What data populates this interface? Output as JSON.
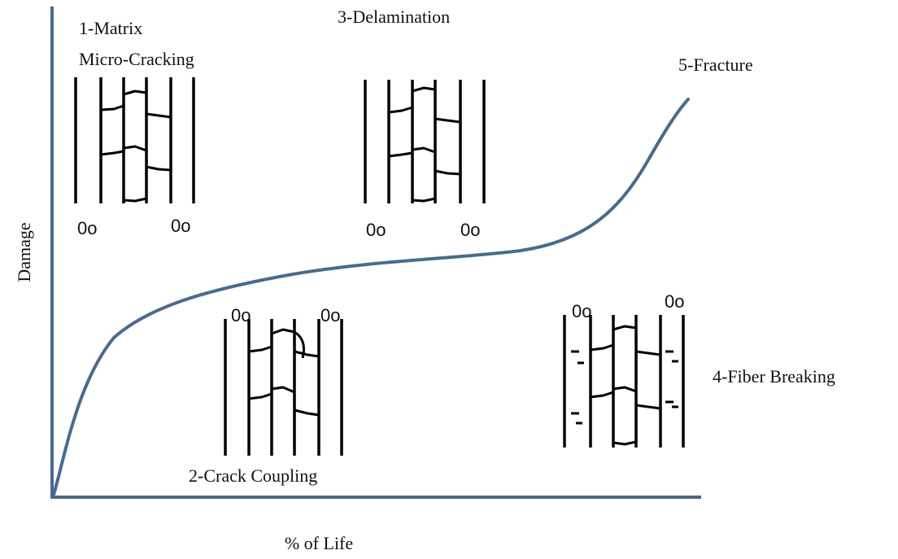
{
  "figure": {
    "y_axis_label": "Damage",
    "x_axis_label": "% of Life",
    "colors": {
      "axis": "#4a6a8f",
      "curve": "#4a6a8f",
      "ink": "#000000"
    }
  },
  "stages": [
    {
      "label_line1": "1-Matrix",
      "label_line2": "Micro-Cracking",
      "ply_left": "0o",
      "ply_right": "0o"
    },
    {
      "label": "2-Crack Coupling",
      "ply_left": "0o",
      "ply_right": "0o"
    },
    {
      "label": "3-Delamination",
      "ply_left": "0o",
      "ply_right": "0o"
    },
    {
      "label": "4-Fiber Breaking",
      "ply_left": "0o",
      "ply_right": "0o"
    },
    {
      "label": "5-Fracture"
    }
  ]
}
